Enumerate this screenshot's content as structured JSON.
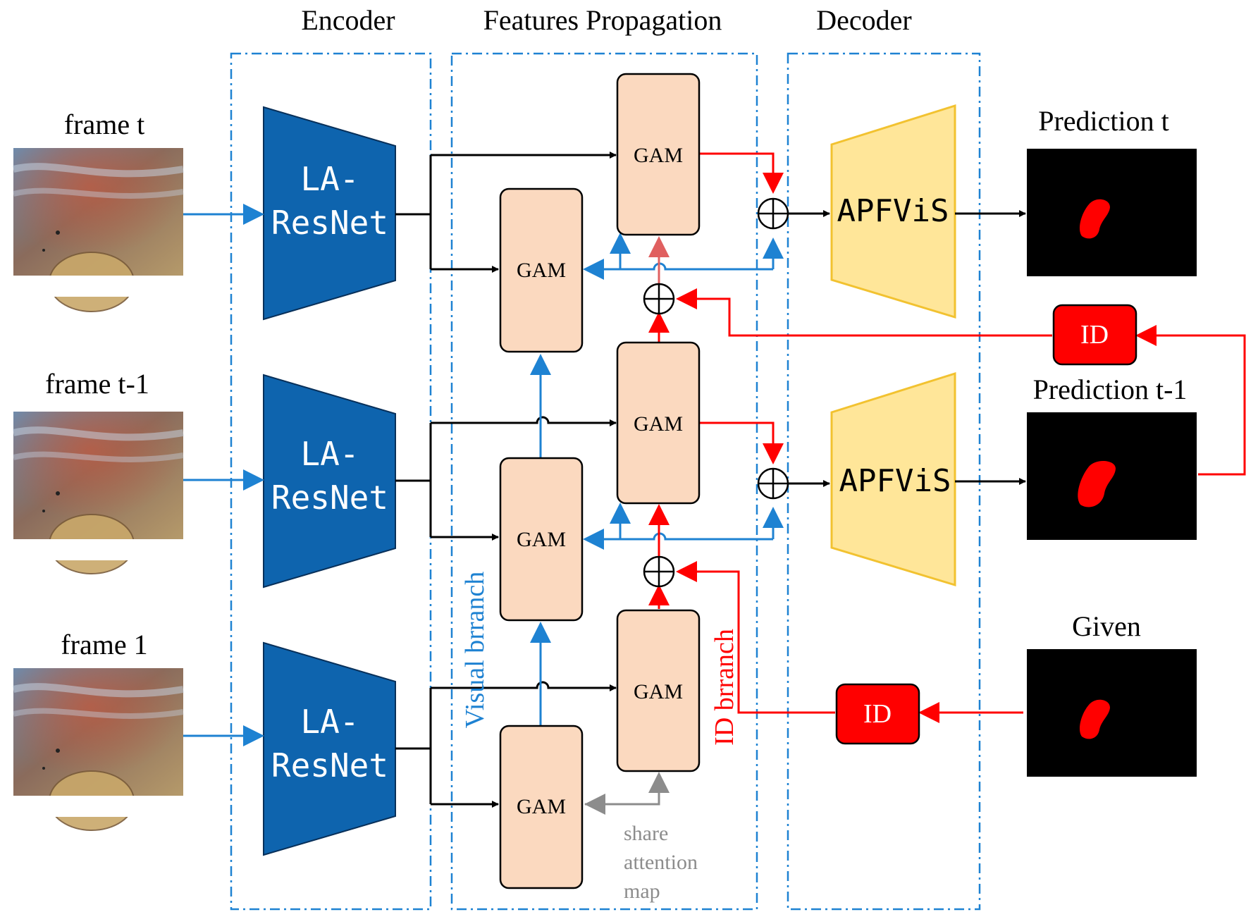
{
  "sections": {
    "encoder": "Encoder",
    "propagation": "Features Propagation",
    "decoder": "Decoder"
  },
  "frames": {
    "frame_t": "frame t",
    "frame_t1": "frame t-1",
    "frame_1": "frame 1"
  },
  "encoder_block": {
    "line1": "LA-",
    "line2": "ResNet"
  },
  "gam_label": "GAM",
  "decoder_block": "APFViS",
  "id_label": "ID",
  "outputs": {
    "pred_t": "Prediction t",
    "pred_t1": "Prediction t-1",
    "given": "Given"
  },
  "branches": {
    "visual": "Visual brranch",
    "id": "ID brranch"
  },
  "share_note": {
    "line1": "share",
    "line2": "attention",
    "line3": "map"
  },
  "colors": {
    "encoder_fill": "#0E64AE",
    "gam_fill": "#FBD9BF",
    "decoder_fill": "#FFE699",
    "decoder_stroke": "#F2C230",
    "id_fill": "#FF0000",
    "visual_arrow": "#1E82D2",
    "id_arrow": "#FF0000",
    "share_arrow": "#8C8C8C",
    "dashed_border": "#1E82D2"
  }
}
